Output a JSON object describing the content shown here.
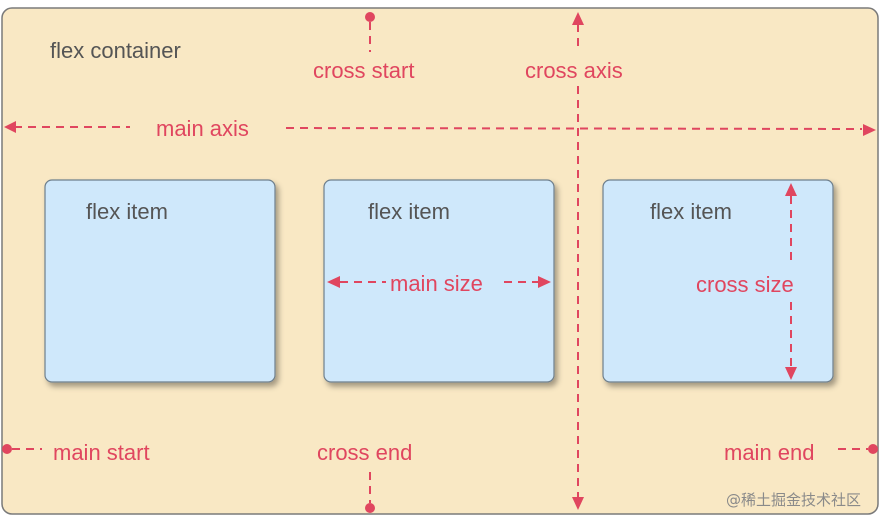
{
  "diagram": {
    "container_label": "flex container",
    "items": [
      {
        "label": "flex item"
      },
      {
        "label": "flex item"
      },
      {
        "label": "flex item"
      }
    ],
    "main_axis": "main axis",
    "cross_axis": "cross axis",
    "cross_start": "cross start",
    "cross_end": "cross end",
    "main_start": "main start",
    "main_end": "main end",
    "main_size": "main size",
    "cross_size": "cross size",
    "watermark": "@稀土掘金技术社区"
  },
  "colors": {
    "container_fill": "#f9e8c4",
    "item_fill": "#cfe8fb",
    "accent": "#e0465f",
    "text": "#555555"
  }
}
